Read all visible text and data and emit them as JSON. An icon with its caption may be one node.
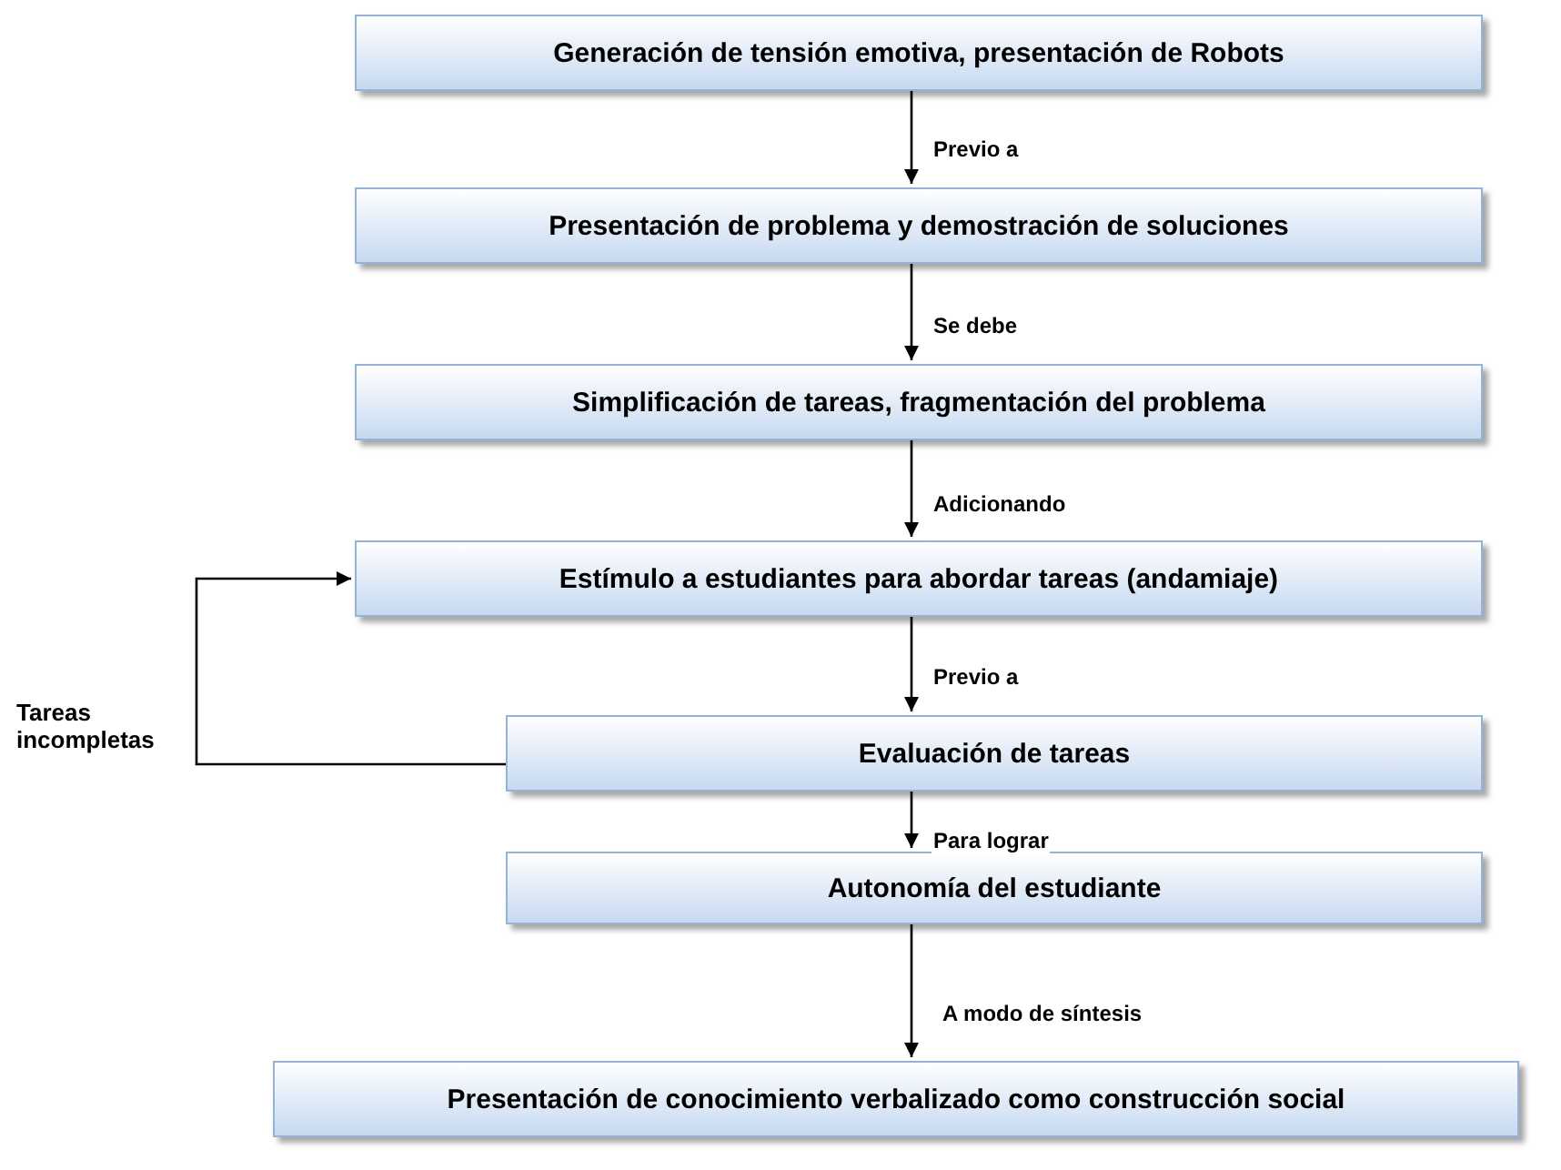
{
  "diagram": {
    "nodes": [
      {
        "text": [
          "Generación de tensión emotiva, presentación de Robots"
        ]
      },
      {
        "text": [
          "Presentación de problema y demostración de soluciones"
        ]
      },
      {
        "text": [
          "Simplificación de tareas, fragmentación del problema"
        ]
      },
      {
        "text": [
          "Estímulo a estudiantes para abordar tareas (andamiaje)"
        ]
      },
      {
        "text": [
          "Evaluación de tareas"
        ]
      },
      {
        "text": [
          "Autonomía del estudiante"
        ]
      },
      {
        "text": [
          "Presentación de conocimiento verbalizado como construcción social"
        ]
      }
    ],
    "edges": [
      {
        "from": 0,
        "to": 1,
        "arrow": "to",
        "label": "Previo a"
      },
      {
        "from": 1,
        "to": 2,
        "arrow": "to",
        "label": "Se debe"
      },
      {
        "from": 2,
        "to": 3,
        "arrow": "to",
        "label": "Adicionando"
      },
      {
        "from": 3,
        "to": 4,
        "arrow": "to",
        "label": "Previo a"
      },
      {
        "from": 4,
        "to": 5,
        "arrow": "to",
        "label": "Para lograr"
      },
      {
        "from": 5,
        "to": 6,
        "arrow": "to",
        "label": "A modo de síntesis"
      },
      {
        "from": 4,
        "to": 3,
        "arrow": "to",
        "label": "Tareas incompletas"
      }
    ]
  }
}
